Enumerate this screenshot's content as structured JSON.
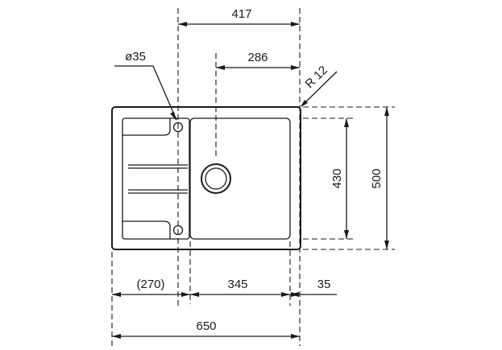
{
  "diagram": {
    "dimensions": {
      "top_width": "417",
      "drain_offset": "286",
      "tap_hole": "ø35",
      "corner_radius": "R 12",
      "bowl_depth": "430",
      "overall_depth": "500",
      "drainer_width": "(270)",
      "bowl_width": "345",
      "rim_width": "35",
      "overall_width": "650"
    }
  }
}
